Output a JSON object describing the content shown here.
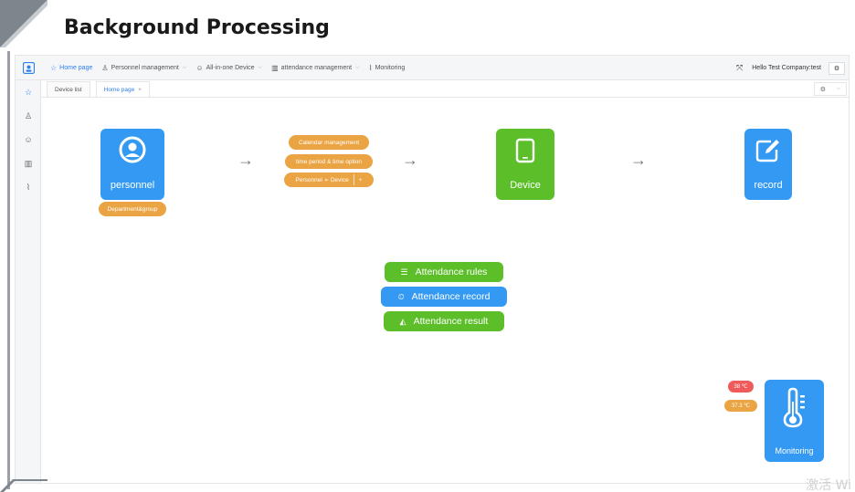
{
  "slide": {
    "title": "Background Processing",
    "watermark": "激活 Wi"
  },
  "topbar": {
    "nav": [
      {
        "label": "Home page",
        "icon": "star-icon"
      },
      {
        "label": "Personnel management",
        "icon": "user-icon"
      },
      {
        "label": "All-in-one Device",
        "icon": "device-icon"
      },
      {
        "label": "attendance management",
        "icon": "chart-icon"
      },
      {
        "label": "Monitoring",
        "icon": "thermometer-icon"
      }
    ],
    "greeting": "Hello Test Company:test"
  },
  "tabs": [
    {
      "label": "Device list"
    },
    {
      "label": "Home page",
      "close": "×"
    }
  ],
  "flow": {
    "personnel": {
      "label": "personnel",
      "sub": "Department&group"
    },
    "steps": {
      "calendar": "Calendar management",
      "period": "time period & time option",
      "mapping": "Personnel ➢ Device",
      "plus": "+"
    },
    "device": {
      "label": "Device"
    },
    "record": {
      "label": "record"
    },
    "arrow": "→"
  },
  "attendance": {
    "rules": "Attendance rules",
    "record": "Attendance record",
    "result": "Attendance result"
  },
  "monitoring": {
    "label": "Monitoring",
    "temp_high": "38 ℃",
    "temp_normal": "37.3 ℃"
  },
  "colors": {
    "blue": "#3399f3",
    "green": "#5cbf2a",
    "orange": "#eba443",
    "red": "#ef5b5b"
  }
}
